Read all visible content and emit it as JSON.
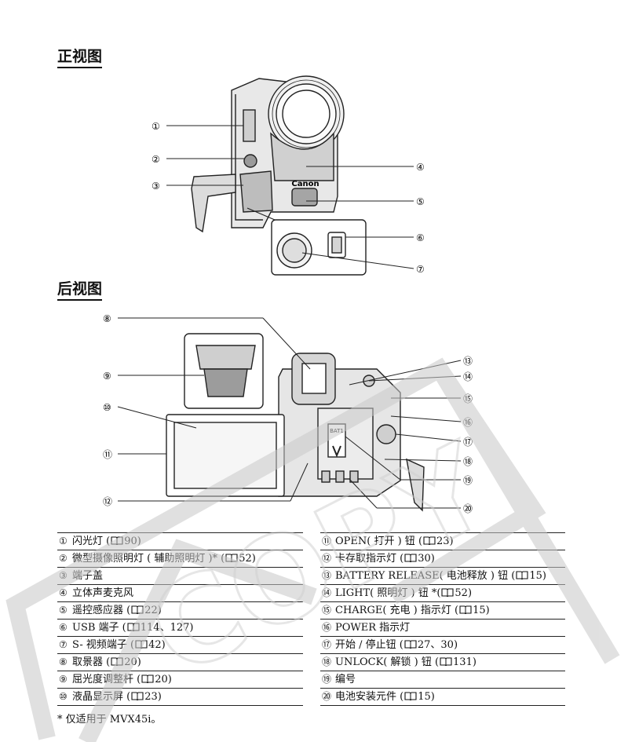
{
  "headings": {
    "front": "正视图",
    "back": "后视图"
  },
  "camera_marks": {
    "brand": "Canon",
    "battery_label": "BAT1"
  },
  "callouts": [
    "①",
    "②",
    "③",
    "④",
    "⑤",
    "⑥",
    "⑦",
    "⑧",
    "⑨",
    "⑩",
    "⑪",
    "⑫",
    "⑬",
    "⑭",
    "⑮",
    "⑯",
    "⑰",
    "⑱",
    "⑲",
    "⑳"
  ],
  "parts_left": [
    {
      "num": "①",
      "label": "闪光灯 (",
      "ref": "90)"
    },
    {
      "num": "②",
      "label": "微型摄像照明灯 ( 辅助照明灯 )* (",
      "ref": "52)"
    },
    {
      "num": "③",
      "label": "端子盖",
      "ref": ""
    },
    {
      "num": "④",
      "label": "立体声麦克风",
      "ref": ""
    },
    {
      "num": "⑤",
      "label": "遥控感应器 (",
      "ref": "22)"
    },
    {
      "num": "⑥",
      "label": "USB 端子 (",
      "ref": "114、127)"
    },
    {
      "num": "⑦",
      "label": "S- 视频端子 (",
      "ref": "42)"
    },
    {
      "num": "⑧",
      "label": "取景器 (",
      "ref": "20)"
    },
    {
      "num": "⑨",
      "label": "屈光度调整杆 (",
      "ref": "20)"
    },
    {
      "num": "⑩",
      "label": "液晶显示屏 (",
      "ref": "23)"
    }
  ],
  "parts_right": [
    {
      "num": "⑪",
      "label": "OPEN( 打开 ) 钮 (",
      "ref": "23)"
    },
    {
      "num": "⑫",
      "label": "卡存取指示灯 (",
      "ref": "30)"
    },
    {
      "num": "⑬",
      "label": "BATTERY RELEASE( 电池释放 ) 钮 (",
      "ref": "15)"
    },
    {
      "num": "⑭",
      "label": "LIGHT( 照明灯 ) 钮 *(",
      "ref": "52)"
    },
    {
      "num": "⑮",
      "label": "CHARGE( 充电 ) 指示灯 (",
      "ref": "15)"
    },
    {
      "num": "⑯",
      "label": "POWER 指示灯",
      "ref": ""
    },
    {
      "num": "⑰",
      "label": "开始 / 停止钮 (",
      "ref": "27、30)"
    },
    {
      "num": "⑱",
      "label": "UNLOCK( 解锁 ) 钮 (",
      "ref": "131)"
    },
    {
      "num": "⑲",
      "label": "编号",
      "ref": ""
    },
    {
      "num": "⑳",
      "label": "电池安装元件 (",
      "ref": "15)"
    }
  ],
  "footnote": "* 仅适用于 MVX45i。",
  "watermark": "COPY"
}
